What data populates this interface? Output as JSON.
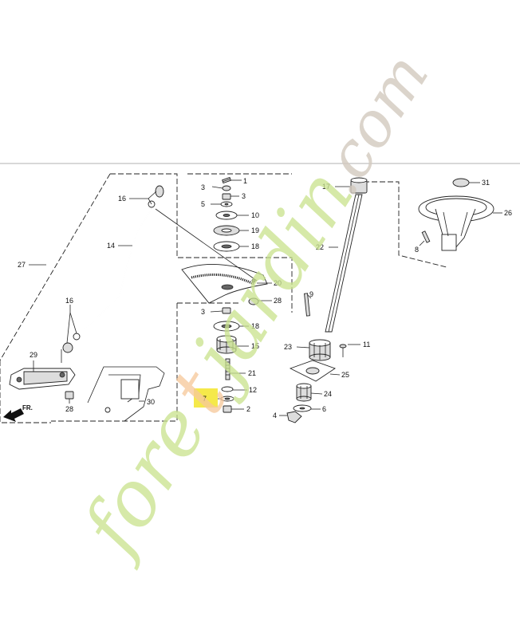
{
  "diagram": {
    "callouts": [
      "1",
      "3",
      "3",
      "5",
      "10",
      "19",
      "18",
      "20",
      "28",
      "3",
      "18",
      "15",
      "21",
      "12",
      "7",
      "2",
      "16",
      "14",
      "27",
      "16",
      "29",
      "28",
      "30",
      "17",
      "22",
      "9",
      "23",
      "11",
      "25",
      "24",
      "6",
      "4",
      "31",
      "26",
      "8"
    ],
    "front_label": "FR.",
    "highlight_color": "#f5e94a"
  },
  "watermark": {
    "text": "foretjardin.com",
    "green": "#c5e08a",
    "orange": "#f6c79a",
    "gray": "#cfc6bb"
  }
}
